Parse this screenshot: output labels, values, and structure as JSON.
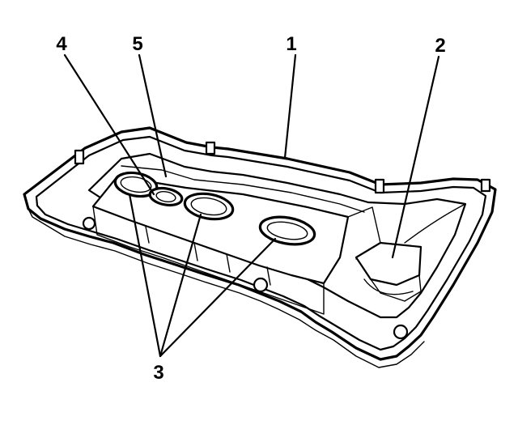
{
  "callouts": {
    "one": "1",
    "two": "2",
    "three": "3",
    "four": "4",
    "five": "5"
  },
  "colors": {
    "ink": "#000000",
    "paper": "#ffffff"
  }
}
